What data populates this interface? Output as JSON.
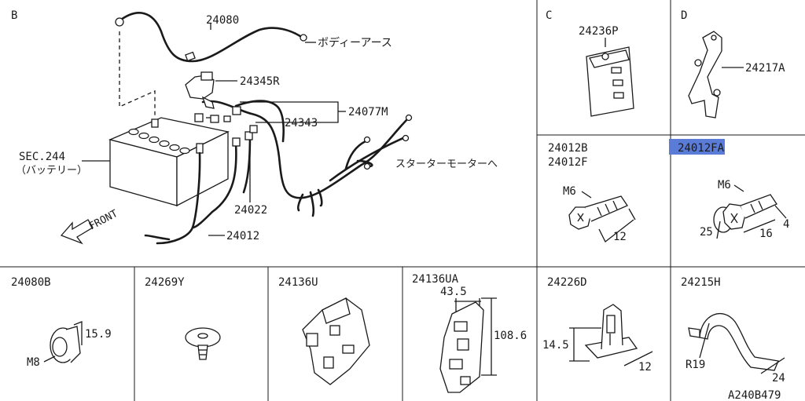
{
  "sections": {
    "B": "B",
    "C": "C",
    "D": "D"
  },
  "labels": {
    "p24080": "24080",
    "body_earth": "ボディーアース",
    "p24345R": "24345R",
    "p24077M": "24077M",
    "p24343": "24343",
    "sec244": "SEC.244",
    "battery": "（バッテリー）",
    "starter": "スターターモーターへ",
    "front": "FRONT",
    "p24022": "24022",
    "p24012": "24012",
    "p24236P": "24236P",
    "p24217A": "24217A",
    "p24012B": "24012B",
    "p24012F": "24012F",
    "m6_a": "M6",
    "dim12_a": "12",
    "p24012FA": "24012FA",
    "m6_b": "M6",
    "dim25": "25",
    "dim16": "16",
    "dim4": "4",
    "p24080B": "24080B",
    "dim15_9": "15.9",
    "m8": "M8",
    "p24269Y": "24269Y",
    "p24136U": "24136U",
    "p24136UA": "24136UA",
    "dim43_5": "43.5",
    "dim108_6": "108.6",
    "p24226D": "24226D",
    "dim14_5": "14.5",
    "dim12_b": "12",
    "p24215H": "24215H",
    "r19": "R19",
    "dim24": "24",
    "ref": "A240B479"
  }
}
